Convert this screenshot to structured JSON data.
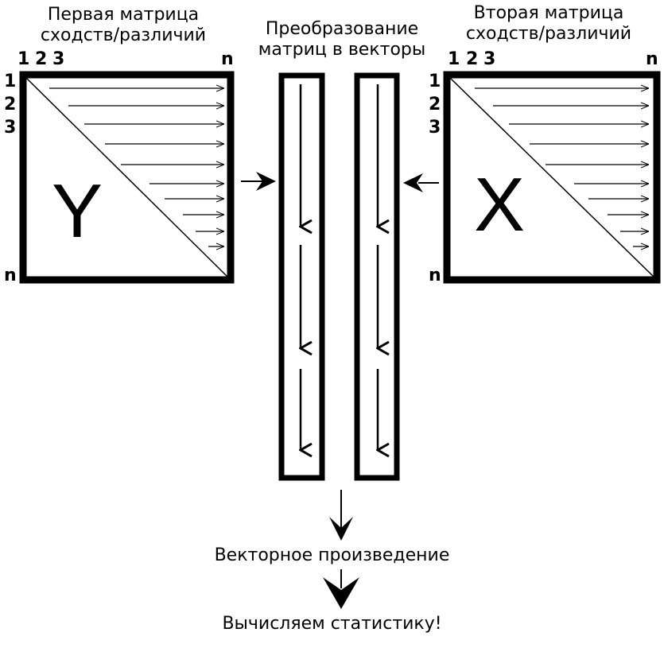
{
  "left_matrix": {
    "title_line1": "Первая матрица",
    "title_line2": "сходств/различий",
    "letter": "Y",
    "col_labels": [
      "1",
      "2",
      "3",
      "n"
    ],
    "row_labels": [
      "1",
      "2",
      "3",
      "n"
    ]
  },
  "right_matrix": {
    "title_line1": "Вторая матрица",
    "title_line2": "сходств/различий",
    "letter": "X",
    "col_labels": [
      "1",
      "2",
      "3",
      "n"
    ],
    "row_labels": [
      "1",
      "2",
      "3",
      "n"
    ]
  },
  "center": {
    "title_line1": "Преобразование",
    "title_line2": "матриц в векторы"
  },
  "steps": {
    "product": "Векторное произведение",
    "result": "Вычисляем статистику!"
  }
}
